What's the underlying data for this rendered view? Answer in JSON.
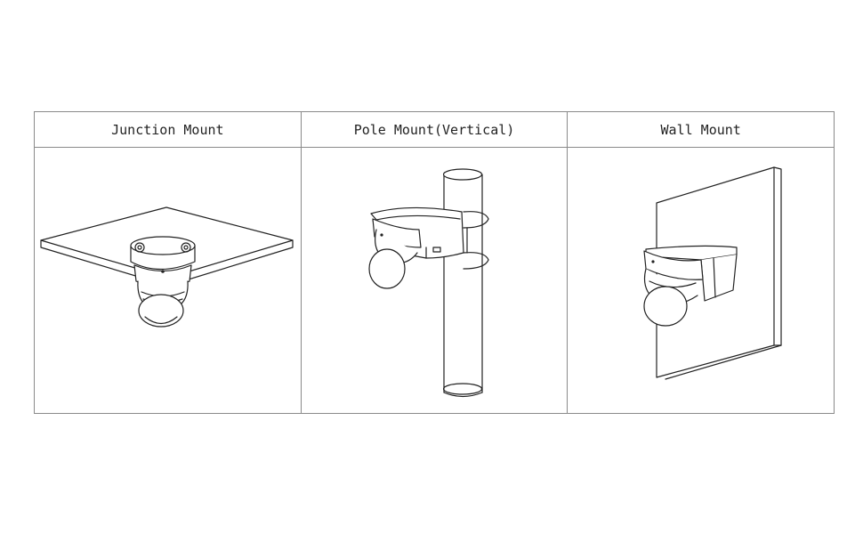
{
  "diagram": {
    "columns": [
      {
        "title": "Junction Mount"
      },
      {
        "title": "Pole Mount(Vertical)"
      },
      {
        "title": "Wall Mount"
      }
    ]
  }
}
